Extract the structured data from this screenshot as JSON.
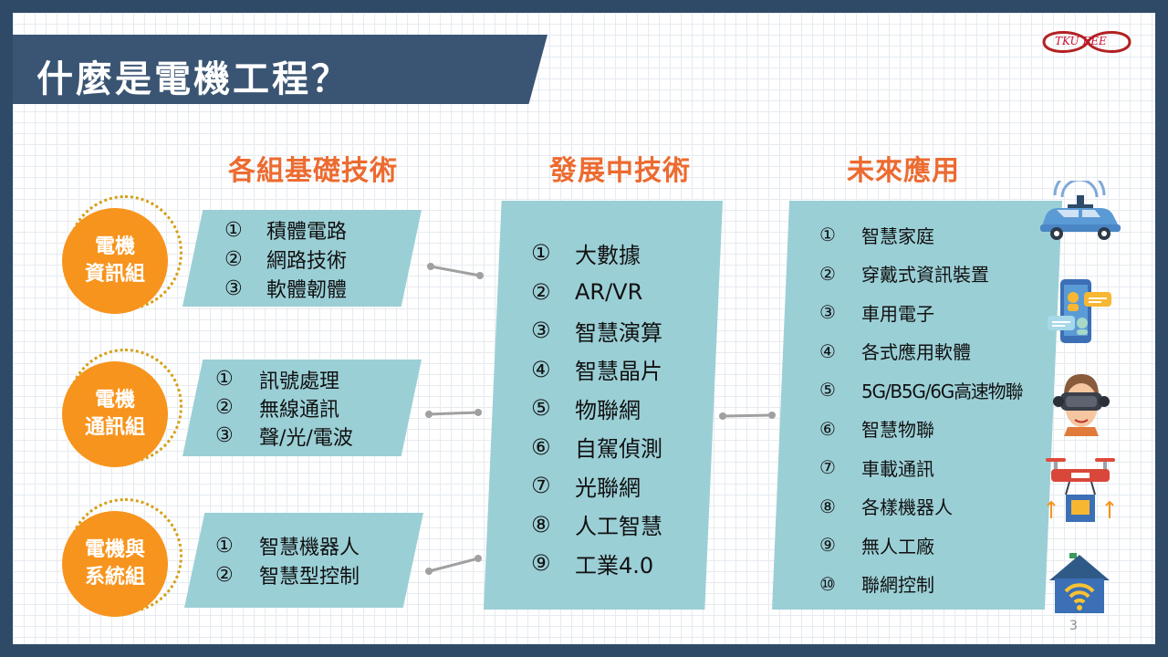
{
  "title": "什麼是電機工程？",
  "columns": {
    "groups_header": "各組基礎技術",
    "developing_header": "發展中技術",
    "future_header": "未來應用"
  },
  "groups": [
    {
      "line1": "電機",
      "line2": "資訊組",
      "items": [
        {
          "num": "①",
          "text": "積體電路"
        },
        {
          "num": "②",
          "text": "網路技術"
        },
        {
          "num": "③",
          "text": "軟體韌體"
        }
      ]
    },
    {
      "line1": "電機",
      "line2": "通訊組",
      "items": [
        {
          "num": "①",
          "text": "訊號處理"
        },
        {
          "num": "②",
          "text": "無線通訊"
        },
        {
          "num": "③",
          "text": "聲/光/電波"
        }
      ]
    },
    {
      "line1": "電機與",
      "line2": "系統組",
      "items": [
        {
          "num": "①",
          "text": "智慧機器人"
        },
        {
          "num": "②",
          "text": "智慧型控制"
        }
      ]
    }
  ],
  "developing": [
    {
      "num": "①",
      "text": "大數據"
    },
    {
      "num": "②",
      "text": "AR/VR"
    },
    {
      "num": "③",
      "text": "智慧演算"
    },
    {
      "num": "④",
      "text": "智慧晶片"
    },
    {
      "num": "⑤",
      "text": "物聯網"
    },
    {
      "num": "⑥",
      "text": "自駕偵測"
    },
    {
      "num": "⑦",
      "text": "光聯網"
    },
    {
      "num": "⑧",
      "text": "人工智慧"
    },
    {
      "num": "⑨",
      "text": "工業4.0"
    }
  ],
  "future": [
    {
      "num": "①",
      "text": "智慧家庭"
    },
    {
      "num": "②",
      "text": "穿戴式資訊裝置"
    },
    {
      "num": "③",
      "text": "車用電子"
    },
    {
      "num": "④",
      "text": "各式應用軟體"
    },
    {
      "num": "⑤",
      "text": "5G/B5G/6G高速物聯"
    },
    {
      "num": "⑥",
      "text": "智慧物聯"
    },
    {
      "num": "⑦",
      "text": "車載通訊"
    },
    {
      "num": "⑧",
      "text": "各樣機器人"
    },
    {
      "num": "⑨",
      "text": "無人工廠"
    },
    {
      "num": "⑩",
      "text": "聯網控制"
    }
  ],
  "logo_text": "TKU EEE",
  "page_number": "3",
  "colors": {
    "frame": "#2f4a66",
    "banner": "#3a5573",
    "accent_orange": "#ec6b30",
    "circle": "#f7941d",
    "panel": "#9bcfd6"
  },
  "icons": [
    "smart-car-icon",
    "chat-phone-icon",
    "vr-headset-icon",
    "delivery-drone-icon",
    "smart-home-wifi-icon"
  ]
}
